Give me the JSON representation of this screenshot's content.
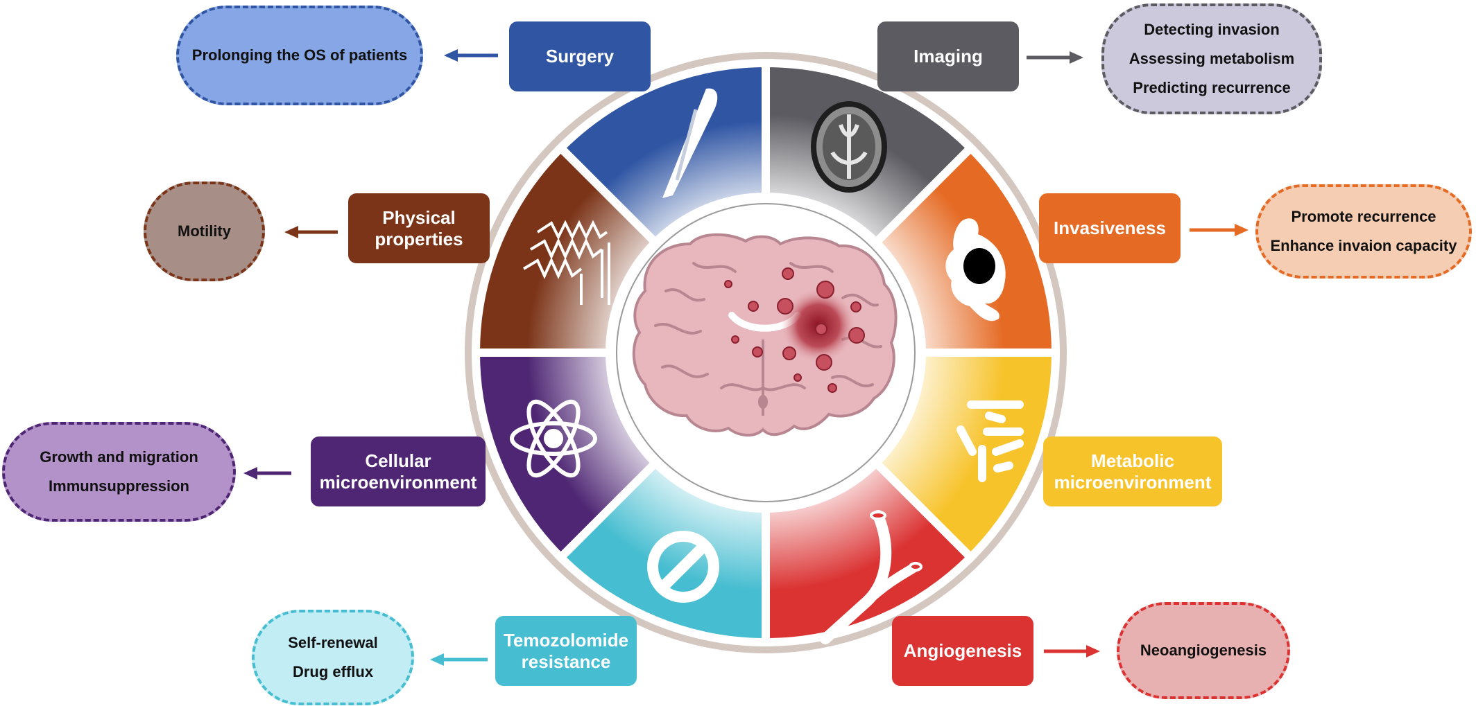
{
  "colors": {
    "surgery": "#2F55A3",
    "imaging": "#5B5B61",
    "invasiveness": "#E56A24",
    "metabolic": "#F7C32B",
    "angiogenesis": "#DB3232",
    "temozolomide": "#46BDD0",
    "cellular": "#4E2673",
    "physical": "#7B3418",
    "ring": "#D3C7C0",
    "brain": "#E8B7BD",
    "brain_outline": "#B88690"
  },
  "sectors": {
    "surgery": {
      "label": "Surgery",
      "icon": "scalpel-icon"
    },
    "imaging": {
      "label": "Imaging",
      "icon": "brain-mri-icon"
    },
    "invasiveness": {
      "label": "Invasiveness",
      "icon": "invading-cell-icon"
    },
    "metabolic": {
      "label_line1": "Metabolic",
      "label_line2": "microenvironment",
      "icon": "metabolite-rods-icon"
    },
    "angiogenesis": {
      "label": "Angiogenesis",
      "icon": "blood-vessel-icon"
    },
    "temozolomide": {
      "label_line1": "Temozolomide",
      "label_line2": "resistance",
      "icon": "prohibited-icon"
    },
    "cellular": {
      "label_line1": "Cellular",
      "label_line2": "microenvironment",
      "icon": "atom-icon"
    },
    "physical": {
      "label_line1": "Physical",
      "label_line2": "properties",
      "icon": "stress-strain-icon"
    }
  },
  "outcomes": {
    "surgery": [
      "Prolonging the OS of patients"
    ],
    "imaging": [
      "Detecting invasion",
      "Assessing metabolism",
      "Predicting recurrence"
    ],
    "invasiveness": [
      "Promote recurrence",
      "Enhance invaion capacity"
    ],
    "angiogenesis": [
      "Neoangiogenesis"
    ],
    "temozolomide": [
      "Self-renewal",
      "Drug efflux"
    ],
    "cellular": [
      "Growth and migration",
      "Immunsuppression"
    ],
    "physical": [
      "Motility"
    ]
  },
  "center": {
    "icon": "brain-tumor-icon"
  }
}
